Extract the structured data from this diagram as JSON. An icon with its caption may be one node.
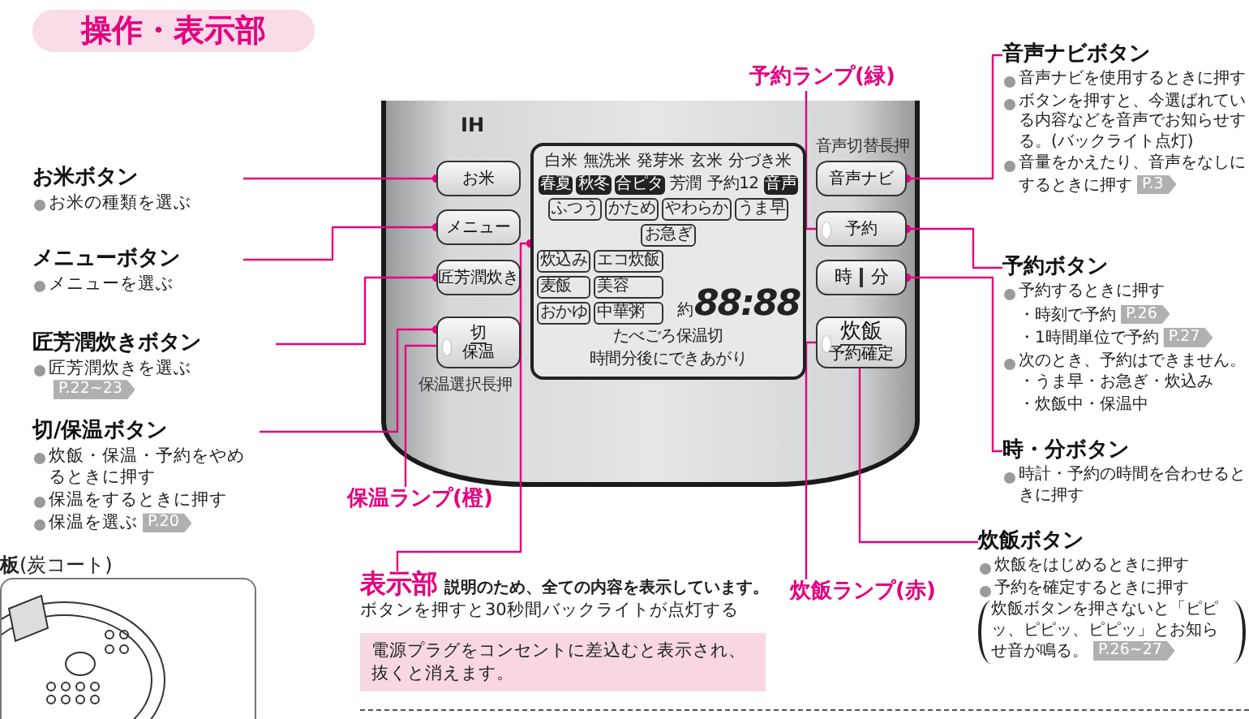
{
  "diagram": {
    "title": "操作・表示部",
    "nodes": [
      {
        "text": [
          "IH"
        ]
      },
      {
        "text": [
          "お米"
        ],
        "in": 0
      },
      {
        "text": [
          "メニュー"
        ],
        "in": 0
      },
      {
        "text": [
          "匠芳潤炊き"
        ],
        "in": 0
      },
      {
        "text": [
          "切",
          "保温"
        ],
        "in": 0,
        "beside": [
          "保温選択長押"
        ]
      },
      {
        "text": [
          "白米",
          "無洗米",
          "発芽米",
          "玄米",
          "分づき米",
          "春夏",
          "秋冬",
          "合ピタ",
          "芳潤",
          "予約12",
          "音声",
          "ふつう",
          "かため",
          "やわらか",
          "うま早",
          "お急ぎ",
          "炊込み",
          "エコ炊飯",
          "麦飯",
          "美容",
          "おかゆ",
          "中華粥",
          "約",
          "88:88",
          "たべごろ保温切",
          "時間分後にできあがり"
        ],
        "in": 0
      },
      {
        "text": [
          "音声ナビ"
        ],
        "in": 0,
        "beside": [
          "音声切替長押"
        ]
      },
      {
        "text": [
          "予約"
        ],
        "in": 0
      },
      {
        "text": [
          "時",
          "分"
        ],
        "in": 0
      },
      {
        "text": [
          "炊飯",
          "予約確定"
        ],
        "in": 0
      },
      {
        "text": [],
        "shape": "circle",
        "in": 4
      },
      {
        "text": [],
        "shape": "circle",
        "in": 7
      },
      {
        "text": [],
        "shape": "circle",
        "in": 9
      },
      {
        "text": [
          "**お米**ボタン",
          "お米の種類を選ぶ"
        ]
      },
      {
        "text": [
          "**メニュー**ボタン",
          "メニューを選ぶ"
        ]
      },
      {
        "text": [
          "**匠芳潤炊き**ボタン",
          "匠芳潤炊きを選ぶ",
          "P.22~23"
        ]
      },
      {
        "text": [
          "**切/保温**ボタン",
          "炊飯・保温・予約をやめるときに押す",
          "保温をするときに押す",
          "保温を選ぶ",
          "P.20"
        ]
      },
      {
        "text": [
          "保温ランプ(橙)"
        ]
      },
      {
        "text": [
          "表示部",
          "説明のため、全ての内容を表示しています。",
          "ボタンを押すと30秒間バックライトが点灯する"
        ]
      },
      {
        "text": [
          "電源プラグをコンセントに差込むと表示され、抜くと消えます。"
        ]
      },
      {
        "text": [
          "予約ランプ(緑)"
        ]
      },
      {
        "text": [
          "**音声ナビ**ボタン",
          "音声ナビを使用するときに押す",
          "ボタンを押すと、今選ばれている内容などを音声でお知らせする。(バックライト点灯)",
          "音量をかえたり、音声をなしにするときに押す",
          "P.3"
        ]
      },
      {
        "text": [
          "**予約**ボタン",
          "予約するときに押す",
          "・時刻で予約",
          "P.26",
          "・1時間単位で予約",
          "P.27",
          "次のとき、予約はできません。",
          "・うま早・お急ぎ・炊込み",
          "・炊飯中・保温中"
        ]
      },
      {
        "text": [
          "**時・分**ボタン",
          "時計・予約の時間を合わせるときに押す"
        ]
      },
      {
        "text": [
          "**炊飯**ボタン",
          "炊飯をはじめるときに押す",
          "予約を確定するときに押す",
          "炊飯ボタンを押さないと「ピピッ、ピピッ、ピピッ」とお知らせ音が鳴る。",
          "P.26~27"
        ]
      },
      {
        "text": [
          "炊飯ランプ(赤)"
        ]
      },
      {
        "text": [
          "**板**(炭コート)"
        ]
      }
    ],
    "edges": [
      {
        "from": 13,
        "to": 1,
        "arrow": "other"
      },
      {
        "from": 14,
        "to": 2,
        "arrow": "other"
      },
      {
        "from": 15,
        "to": 3,
        "arrow": "other"
      },
      {
        "from": 16,
        "to": 4,
        "arrow": "other"
      },
      {
        "from": 17,
        "to": 10,
        "arrow": "none"
      },
      {
        "from": 18,
        "to": 5,
        "arrow": "other"
      },
      {
        "from": 20,
        "to": 11,
        "arrow": "none"
      },
      {
        "from": 21,
        "to": 6,
        "arrow": "other"
      },
      {
        "from": 22,
        "to": 7,
        "arrow": "other"
      },
      {
        "from": 23,
        "to": 8,
        "arrow": "other"
      },
      {
        "from": 24,
        "to": 9,
        "arrow": "none"
      },
      {
        "from": 25,
        "to": 12,
        "arrow": "none"
      }
    ]
  }
}
